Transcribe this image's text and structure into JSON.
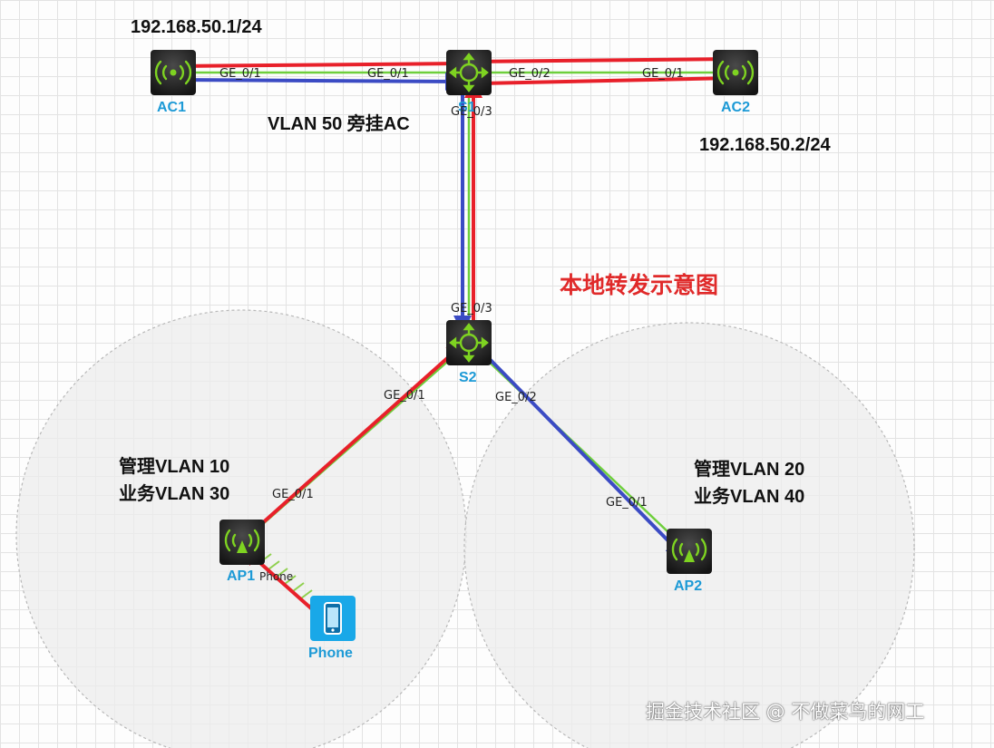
{
  "labels": {
    "ac1_ip": "192.168.50.1/24",
    "ac2_ip": "192.168.50.2/24",
    "vlan_bypass": "VLAN 50 旁挂AC",
    "title": "本地转发示意图",
    "ap1_mgmt": "管理VLAN 10",
    "ap1_service": "业务VLAN 30",
    "ap2_mgmt": "管理VLAN 20",
    "ap2_service": "业务VLAN 40",
    "watermark": "掘金技术社区 @ 不做菜鸟的网工"
  },
  "devices": {
    "ac1": "AC1",
    "ac2": "AC2",
    "s1": "S1",
    "s2": "S2",
    "ap1": "AP1",
    "ap2": "AP2",
    "phone": "Phone"
  },
  "ports": {
    "ac1_ge": "GE_0/1",
    "s1_ge01": "GE_0/1",
    "s1_ge02": "GE_0/2",
    "ac2_ge": "GE_0/1",
    "s1_ge03": "GE_0/3",
    "s2_ge03": "GE_0/3",
    "s2_ge01": "GE_0/1",
    "s2_ge02": "GE_0/2",
    "ap1_ge": "GE_0/1",
    "ap2_ge": "GE_0/1",
    "ap1_phone": "Phone"
  },
  "colors": {
    "red": "#e8202a",
    "blue": "#3b4bc4",
    "green": "#6ecf3c",
    "title": "#e02a2a",
    "device_label": "#1d9ad6"
  },
  "icons": {
    "ac": "wireless-ac-icon",
    "switch": "router-switch-icon",
    "ap": "wireless-ap-icon",
    "phone": "mobile-phone-icon"
  }
}
